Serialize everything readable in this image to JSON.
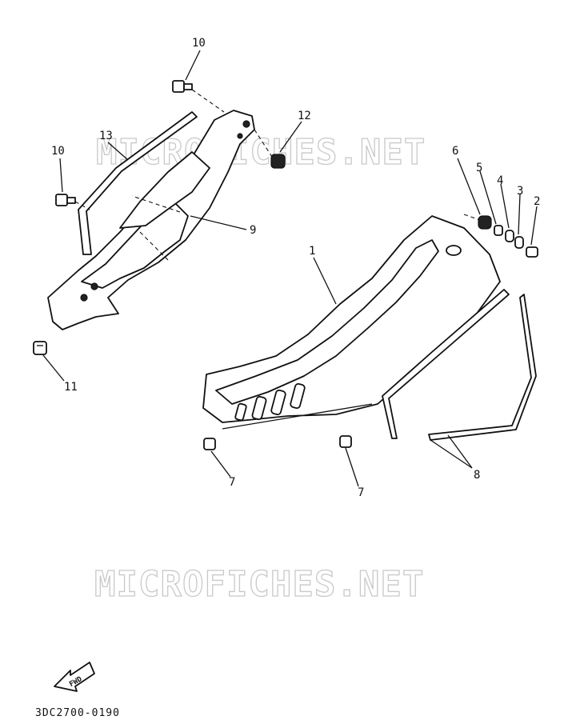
{
  "watermarks": [
    "MICROFICHES.NET",
    "MICROFICHES.NET"
  ],
  "callouts": [
    "1",
    "2",
    "3",
    "4",
    "5",
    "6",
    "7",
    "7",
    "8",
    "9",
    "10",
    "10",
    "11",
    "12",
    "13"
  ],
  "fwd_arrow_label": "FWD",
  "diagram_code": "3DC2700-0190"
}
